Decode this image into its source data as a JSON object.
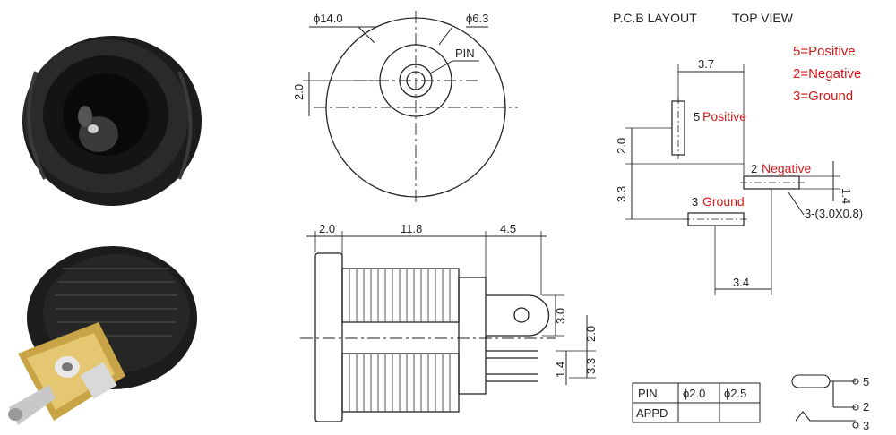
{
  "front_view": {
    "outer_diameter": "ϕ14.0",
    "inner_diameter": "ϕ6.3",
    "pin_label": "PIN",
    "pin_offset": "2.0"
  },
  "side_view": {
    "flange_width": "2.0",
    "body_length": "11.8",
    "tab_length": "4.5",
    "tab_height": "3.0",
    "pin_offset": "2.0",
    "pin_spacing": "3.3",
    "pin_gap": "1.4"
  },
  "pcb": {
    "title": "P.C.B LAYOUT",
    "view": "TOP VIEW",
    "legend": [
      "5=Positive",
      "2=Negative",
      "3=Ground"
    ],
    "pad_labels": {
      "p5_num": "5",
      "p5_name": "Positive",
      "p2_num": "2",
      "p2_name": "Negative",
      "p3_num": "3",
      "p3_name": "Ground"
    },
    "dims": {
      "top_width": "3.7",
      "left_upper": "2.0",
      "left_lower": "3.3",
      "bottom_width": "3.4",
      "right_small": "1.4",
      "pad_size": "3-(3.0X0.8)"
    }
  },
  "pin_table": {
    "headers": [
      "PIN",
      "ϕ2.0",
      "ϕ2.5"
    ],
    "row_label": "APPD"
  },
  "schematic": {
    "pins": [
      "5",
      "2",
      "3"
    ]
  }
}
